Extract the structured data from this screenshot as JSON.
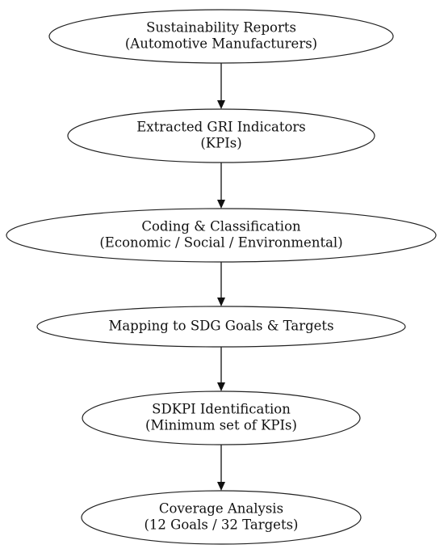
{
  "nodes": [
    {
      "id": "reports",
      "lines": [
        "Sustainability Reports",
        "(Automotive Manufacturers)"
      ]
    },
    {
      "id": "gri",
      "lines": [
        "Extracted GRI Indicators",
        "(KPIs)"
      ]
    },
    {
      "id": "coding",
      "lines": [
        "Coding & Classification",
        "(Economic / Social / Environmental)"
      ]
    },
    {
      "id": "mapping",
      "lines": [
        "Mapping to SDG Goals & Targets"
      ]
    },
    {
      "id": "sdkpi",
      "lines": [
        "SDKPI Identification",
        "(Minimum set of KPIs)"
      ]
    },
    {
      "id": "coverage",
      "lines": [
        "Coverage Analysis",
        "(12 Goals / 32 Targets)"
      ]
    }
  ],
  "edges": [
    {
      "from": "reports",
      "to": "gri"
    },
    {
      "from": "gri",
      "to": "coding"
    },
    {
      "from": "coding",
      "to": "mapping"
    },
    {
      "from": "mapping",
      "to": "sdkpi"
    },
    {
      "from": "sdkpi",
      "to": "coverage"
    }
  ],
  "colors": {
    "stroke": "#222222",
    "text": "#111111",
    "background": "#ffffff"
  }
}
